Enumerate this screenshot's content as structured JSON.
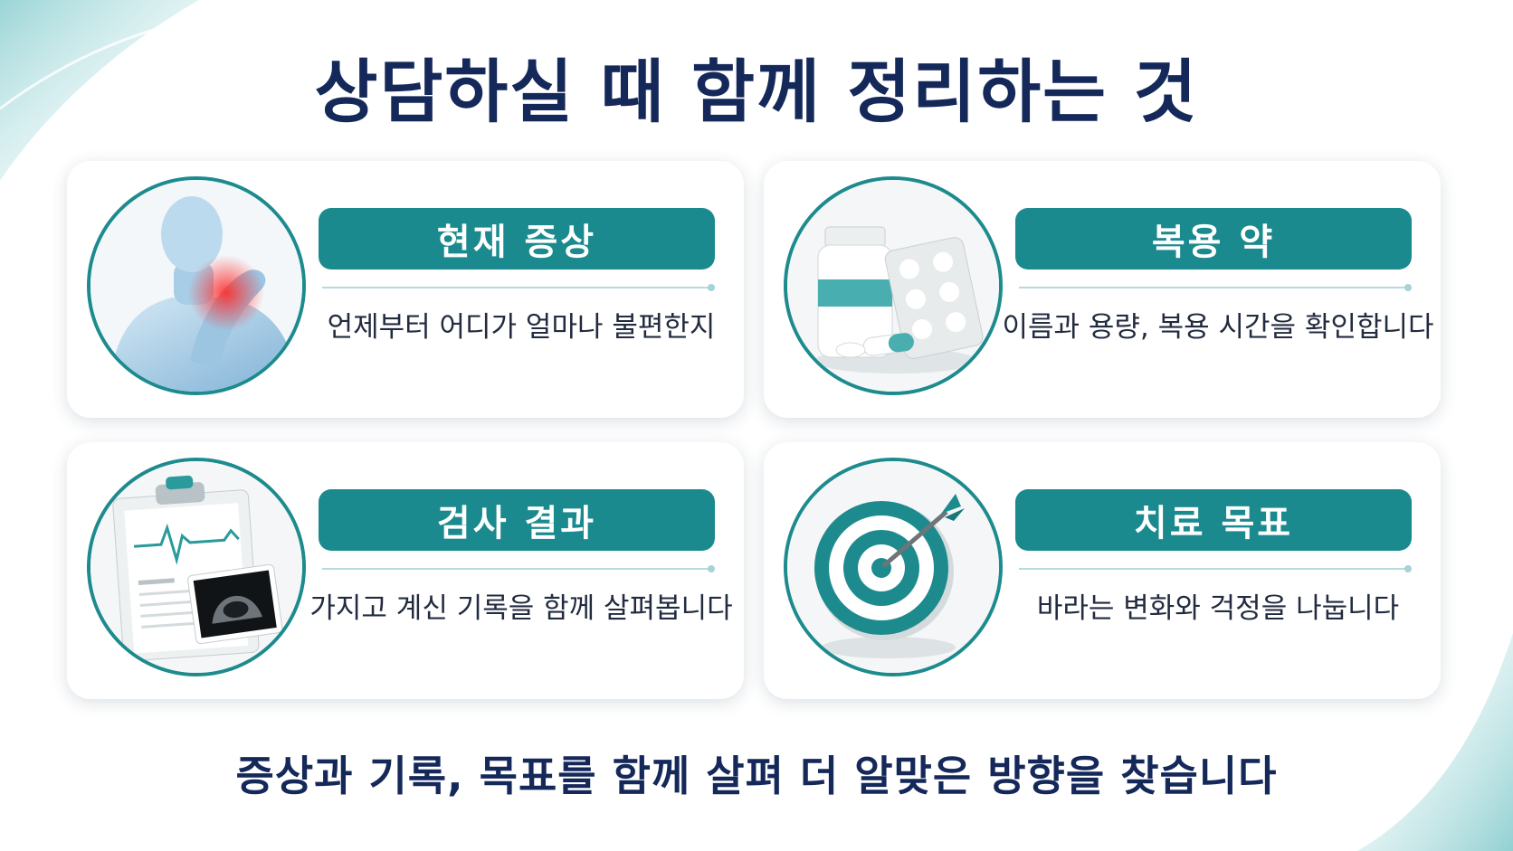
{
  "title": "상담하실 때 함께 정리하는 것",
  "cards": [
    {
      "heading": "현재 증상",
      "description": "언제부터 어디가 얼마나 불편한지",
      "icon": "shoulder-pain-icon"
    },
    {
      "heading": "복용 약",
      "description": "이름과 용량, 복용 시간을 확인합니다",
      "icon": "medication-icon"
    },
    {
      "heading": "검사 결과",
      "description": "가지고 계신 기록을 함께 살펴봅니다",
      "icon": "medical-record-icon"
    },
    {
      "heading": "치료 목표",
      "description": "바라는 변화와 걱정을 나눕니다",
      "icon": "target-icon"
    }
  ],
  "footer": "증상과 기록, 목표를 함께 살펴 더 알맞은 방향을 찾습니다",
  "colors": {
    "accent": "#1a8a8e",
    "title": "#15285a",
    "text": "#222b3f",
    "background": "#ffffff"
  }
}
